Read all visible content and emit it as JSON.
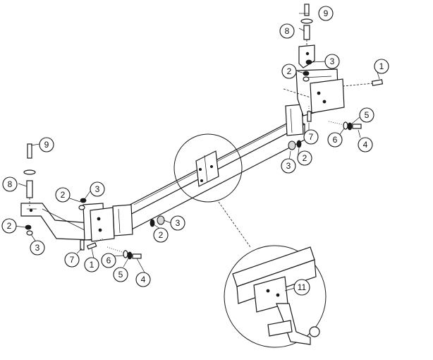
{
  "callouts": [
    {
      "label": "1"
    },
    {
      "label": "2"
    },
    {
      "label": "3"
    },
    {
      "label": "4"
    },
    {
      "label": "5"
    },
    {
      "label": "6"
    },
    {
      "label": "7"
    },
    {
      "label": "8"
    },
    {
      "label": "9"
    },
    {
      "label": "2"
    },
    {
      "label": "3"
    },
    {
      "label": "7"
    },
    {
      "label": "6"
    },
    {
      "label": "5"
    },
    {
      "label": "4"
    },
    {
      "label": "3"
    },
    {
      "label": "2"
    },
    {
      "label": "9"
    },
    {
      "label": "8"
    },
    {
      "label": "2"
    },
    {
      "label": "3"
    },
    {
      "label": "2"
    },
    {
      "label": "3"
    },
    {
      "label": "1"
    },
    {
      "label": "11"
    }
  ]
}
